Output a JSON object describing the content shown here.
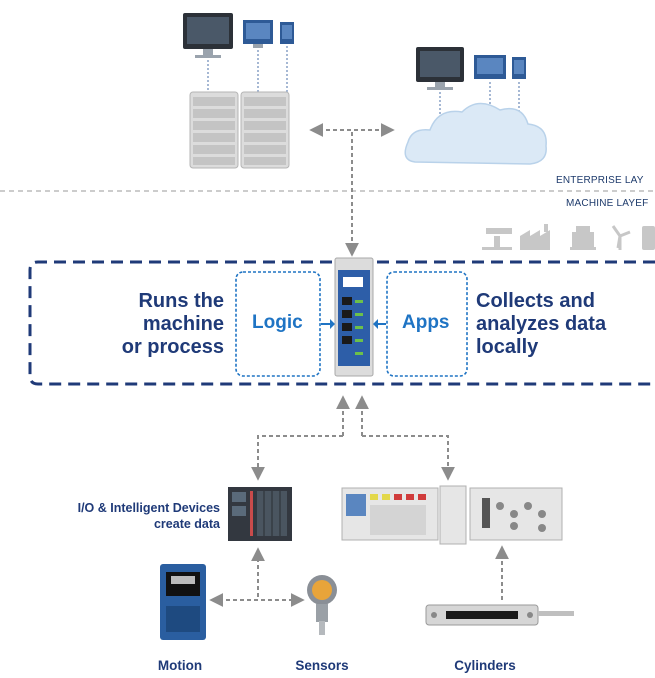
{
  "layers": {
    "enterprise": "ENTERPRISE LAY",
    "machine": "MACHINE LAYEF"
  },
  "left_text": [
    "Runs the",
    "machine",
    "or process"
  ],
  "right_text": [
    "Collects and",
    "analyzes data",
    "locally"
  ],
  "boxes": {
    "logic": "Logic",
    "apps": "Apps"
  },
  "io_text": [
    "I/O & Intelligent Devices",
    "create data"
  ],
  "captions": {
    "motion": "Motion",
    "sensors": "Sensors",
    "cylinders": "Cylinders"
  },
  "colors": {
    "navy": "#1f3a78",
    "accent_blue": "#1f74c4",
    "arrow_gray": "#8c8c8c",
    "cloud": "#dbe9f6"
  },
  "icons": [
    "desktop-monitor-icon",
    "server-rack-icon",
    "cloud-icon",
    "factory-icon",
    "oil-pump-icon",
    "wind-turbine-icon",
    "controller-icon"
  ]
}
